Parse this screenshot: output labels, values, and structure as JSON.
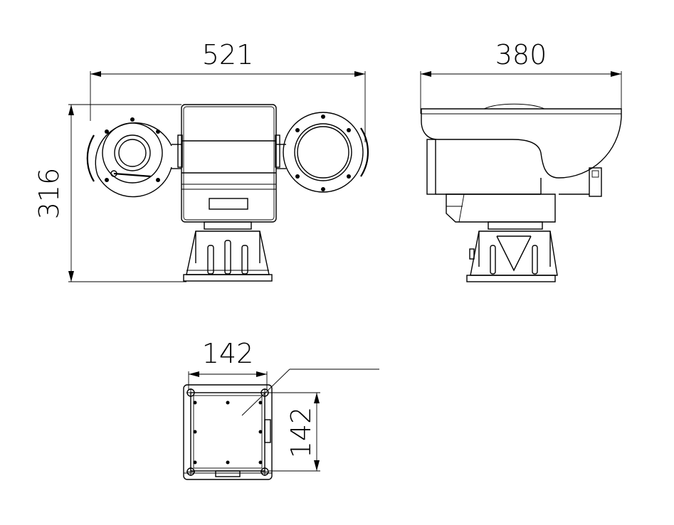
{
  "dimensions": {
    "front_width": "521",
    "front_height": "316",
    "side_width": "380",
    "base_width": "142",
    "base_height": "142"
  },
  "colors": {
    "line": "#000000",
    "background": "#ffffff"
  }
}
